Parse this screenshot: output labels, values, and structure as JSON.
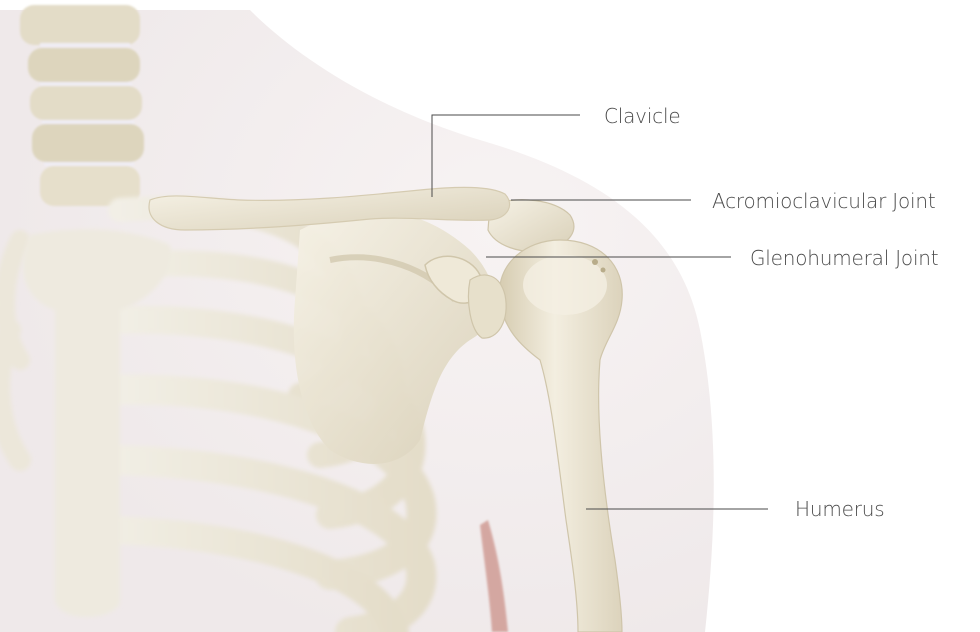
{
  "labels": {
    "clavicle": "Clavicle",
    "acromioclavicular_joint": "Acromioclavicular Joint",
    "glenohumeral_joint": "Glenohumeral Joint",
    "humerus": "Humerus"
  },
  "colors": {
    "background": "#ffffff",
    "bone": "#ece6d4",
    "bone_shade": "#cdc4ab",
    "cartilage": "#f4f2ec",
    "skin": "#efe9ea",
    "muscle": "#c98b82",
    "leader_line": "#4a4a4a",
    "label_text": "#4a4a4a"
  }
}
